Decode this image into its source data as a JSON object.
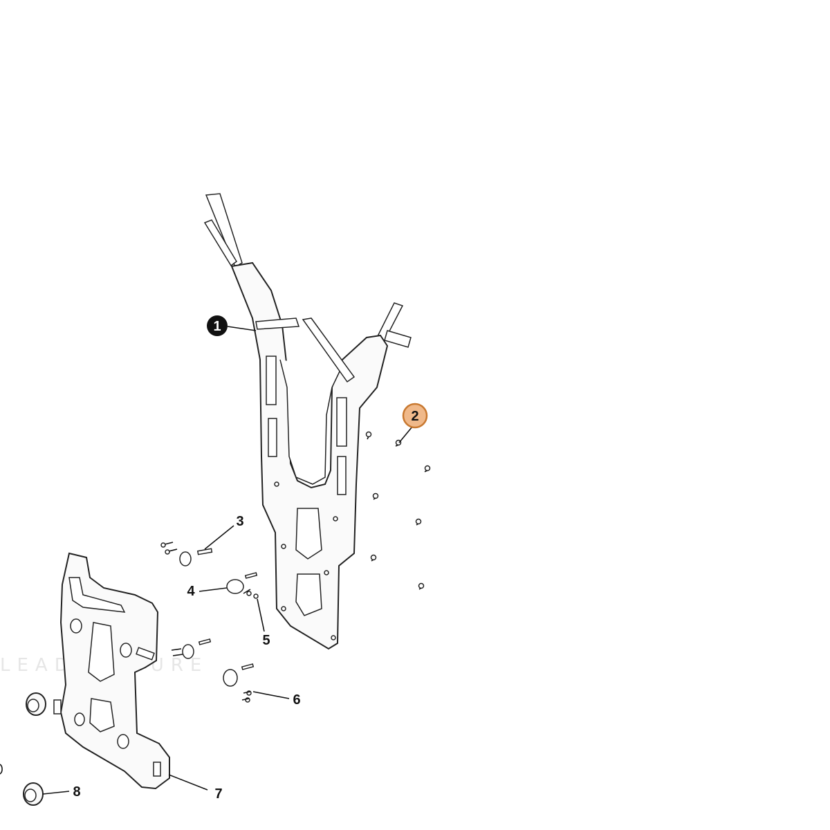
{
  "diagram": {
    "watermark": "LEADVENTURE",
    "highlight_color": "#f0b98a",
    "highlight_stroke": "#c8782f",
    "callouts": [
      {
        "id": "1",
        "label": "1",
        "style": "filled"
      },
      {
        "id": "2",
        "label": "2",
        "style": "highlighted"
      },
      {
        "id": "3",
        "label": "3",
        "style": "plain"
      },
      {
        "id": "4",
        "label": "4",
        "style": "plain"
      },
      {
        "id": "5",
        "label": "5",
        "style": "plain"
      },
      {
        "id": "6",
        "label": "6",
        "style": "plain"
      },
      {
        "id": "7",
        "label": "7",
        "style": "plain"
      },
      {
        "id": "8",
        "label": "8",
        "style": "plain"
      }
    ]
  }
}
